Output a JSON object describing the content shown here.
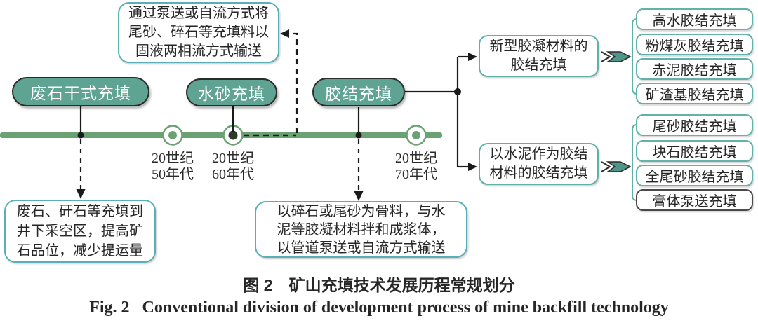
{
  "palette": {
    "pill_fill": "#5fa392",
    "pill_border": "#2b2b2b",
    "note_border": "#58b0b6",
    "branch_border": "#5fb0a8",
    "leaf_border": "#62b2ac",
    "leaf_last_border": "#4a4a4a",
    "timeline_green": "#6ba273",
    "fat_arrow_fill": "#4c9788",
    "connector_black": "#1a1a1a",
    "text_dark": "#262626",
    "text_white": "#ffffff"
  },
  "timeline": {
    "pills": [
      "废石干式充填",
      "水砂充填",
      "胶结充填"
    ],
    "eras": [
      [
        "20世纪",
        "50年代"
      ],
      [
        "20世纪",
        "60年代"
      ],
      [
        "20世纪",
        "70年代"
      ]
    ]
  },
  "notes": {
    "pump": [
      "通过泵送或自流方式将",
      "尾砂、碎石等充填料以",
      "固液两相流方式输送"
    ],
    "waste": [
      "废石、矸石等充填到",
      "井下采空区，提高矿",
      "石品位，减少提运量"
    ],
    "slurry": [
      "以碎石或尾砂为骨料，与水",
      "泥等胶凝材料拌和成浆体，",
      "以管道泵送或自流方式输送"
    ]
  },
  "branches": {
    "new_binder": {
      "label": [
        "新型胶凝材料的",
        "胶结充填"
      ],
      "items": [
        "高水胶结充填",
        "粉煤灰胶结充填",
        "赤泥胶结充填",
        "矿渣基胶结充填"
      ]
    },
    "cement_binder": {
      "label": [
        "以水泥作为胶结",
        "材料的胶结充填"
      ],
      "items": [
        "尾砂胶结充填",
        "块石胶结充填",
        "全尾砂胶结充填",
        "膏体泵送充填"
      ]
    }
  },
  "caption": {
    "zh": "图 2　矿山充填技术发展历程常规划分",
    "en": "Fig. 2   Conventional division of development process of mine backfill technology"
  }
}
